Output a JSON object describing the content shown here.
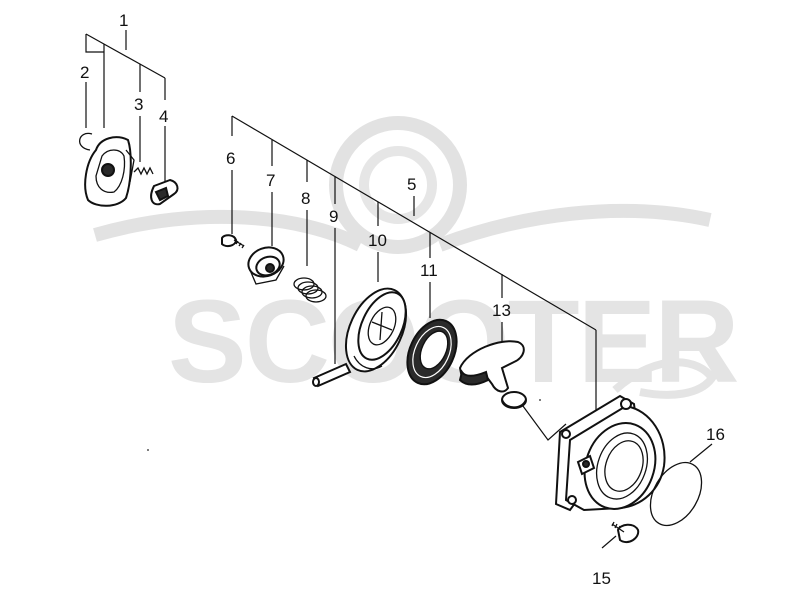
{
  "watermark": {
    "text": "SCOOTER"
  },
  "callouts": {
    "c1": "1",
    "c2": "2",
    "c3": "3",
    "c4": "4",
    "c5": "5",
    "c6": "6",
    "c7": "7",
    "c8": "8",
    "c9": "9",
    "c10": "10",
    "c11": "11",
    "c13": "13",
    "c15": "15",
    "c16": "16"
  }
}
